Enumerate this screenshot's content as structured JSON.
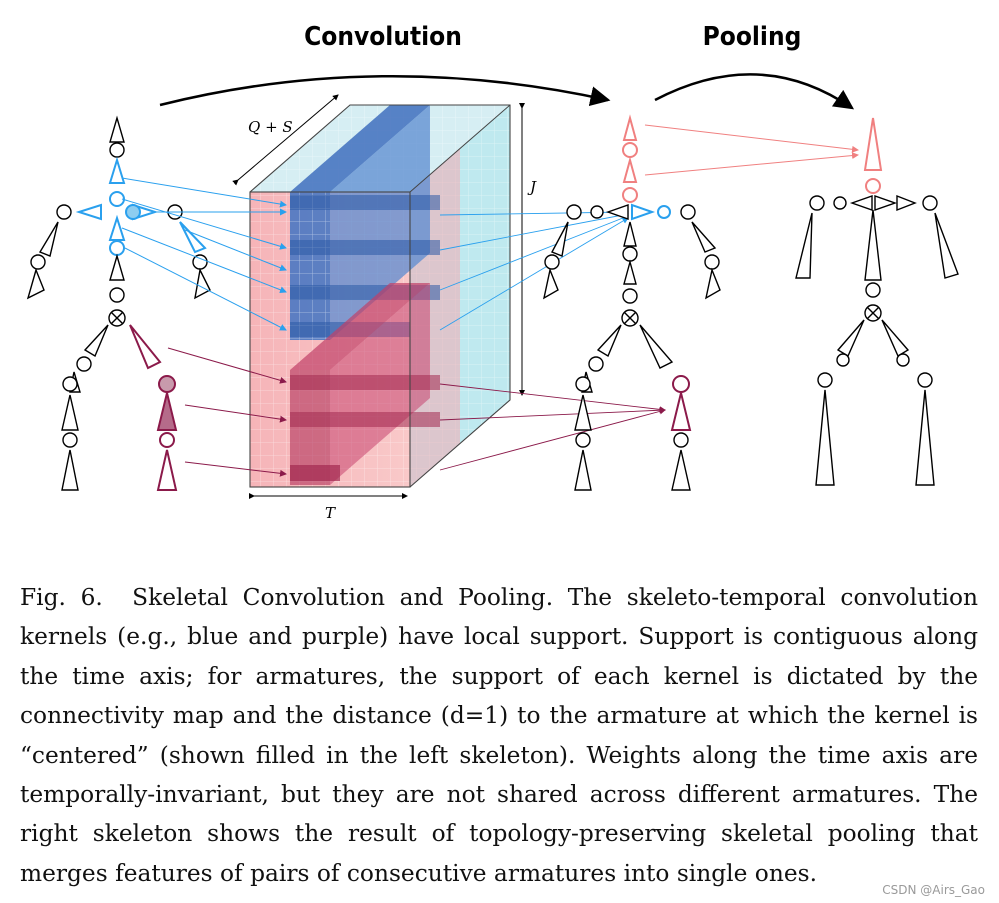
{
  "figure": {
    "title_left": "Convolution",
    "title_right": "Pooling",
    "labels": {
      "q_plus_s": "Q + S",
      "j": "J",
      "t": "T"
    },
    "colors": {
      "blue": "#2aa0ee",
      "purple": "#8b1a4a",
      "salmon": "#f29090",
      "block_blue": "#4a78c2",
      "block_purple": "#b0325a"
    }
  },
  "caption": {
    "fig_label": "Fig. 6.",
    "text": "Skeletal Convolution and Pooling. The skeleto-temporal convolution kernels (e.g., blue and purple) have local support. Support is contiguous along the time axis; for armatures, the support of each kernel is dictated by the connectivity map and the distance (d=1) to the armature at which the kernel is “centered” (shown filled in the left skeleton). Weights along the time axis are temporally-invariant, but they are not shared across different armatures. The right skeleton shows the result of topology-preserving skeletal pooling that merges features of pairs of consecutive armatures into single ones."
  },
  "watermark": "CSDN @Airs_Gao"
}
